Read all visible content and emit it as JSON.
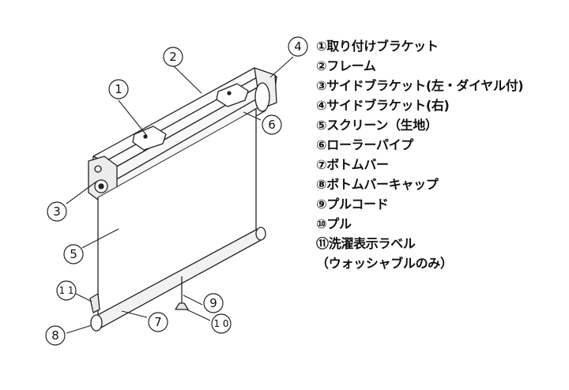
{
  "callouts": [
    {
      "id": "c1",
      "label": "1"
    },
    {
      "id": "c2",
      "label": "2"
    },
    {
      "id": "c3",
      "label": "3"
    },
    {
      "id": "c4",
      "label": "4"
    },
    {
      "id": "c5",
      "label": "5"
    },
    {
      "id": "c6",
      "label": "6"
    },
    {
      "id": "c7",
      "label": "7"
    },
    {
      "id": "c8",
      "label": "8"
    },
    {
      "id": "c9",
      "label": "9"
    },
    {
      "id": "c10",
      "label": "1 0"
    },
    {
      "id": "c11",
      "label": "1 1"
    }
  ],
  "legend": [
    "①取り付けブラケット",
    "②フレーム",
    "③サイドブラケット(左・ダイヤル付)",
    "④サイドブラケット(右)",
    "⑤スクリーン（生地）",
    "⑥ローラーパイプ",
    "⑦ボトムバー",
    "⑧ボトムバーキャップ",
    "⑨プルコード",
    "⑩プル",
    "⑪洗濯表示ラベル",
    "（ウォッシャブルのみ）"
  ]
}
